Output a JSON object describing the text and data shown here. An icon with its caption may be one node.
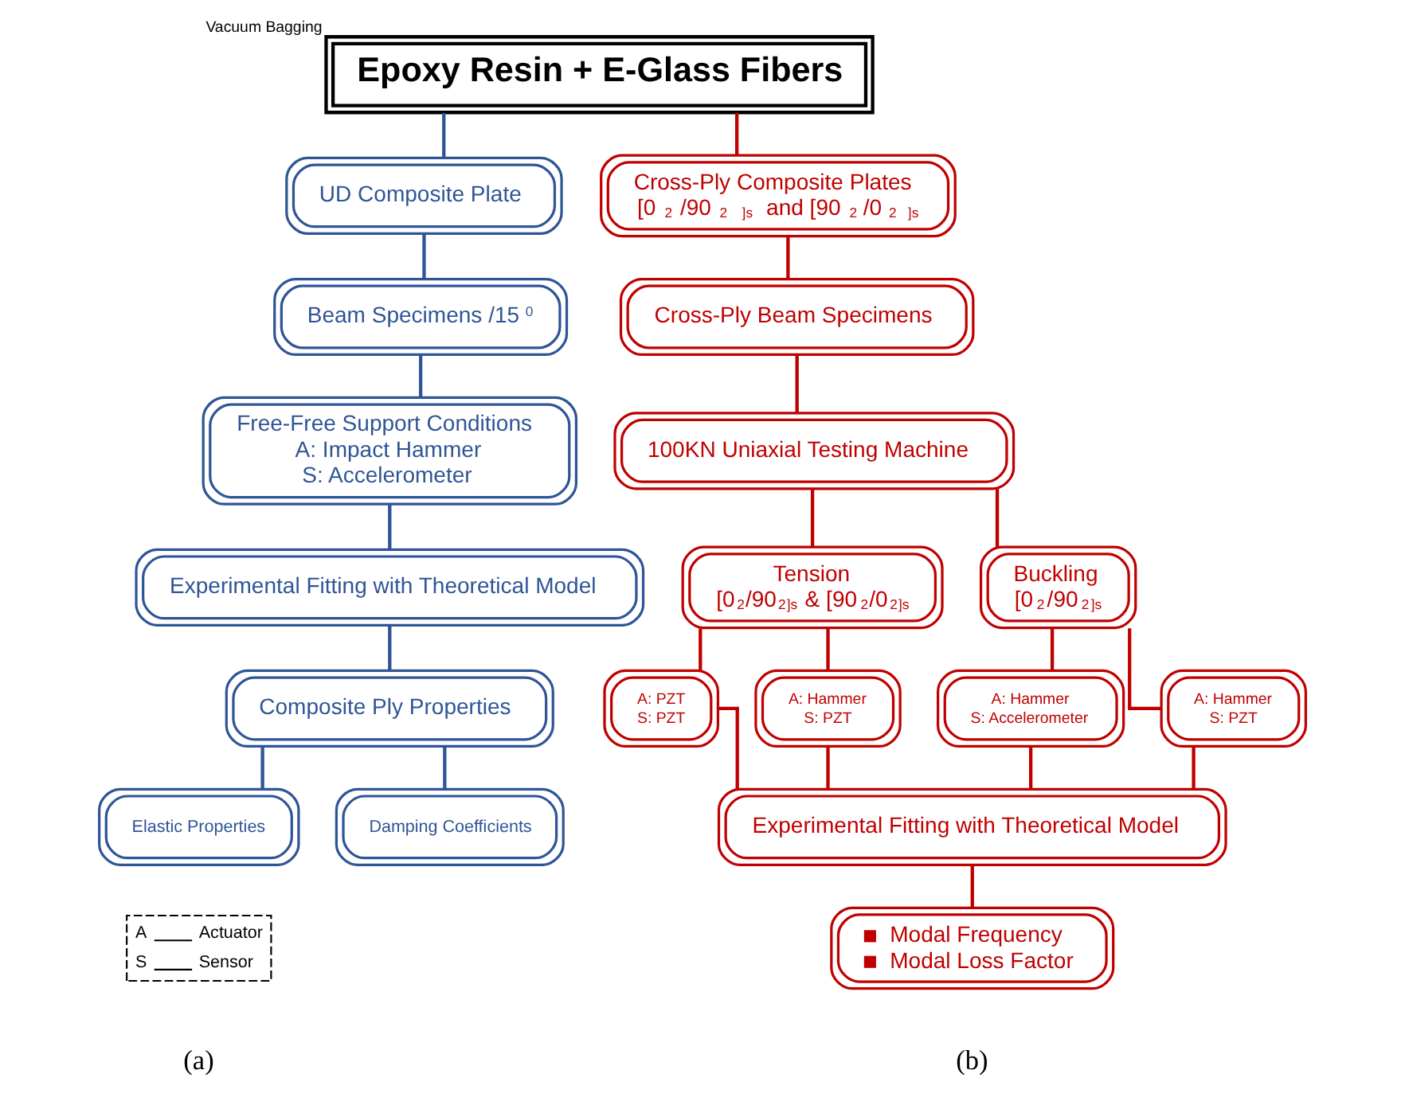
{
  "diagram": {
    "nodes": [
      {
        "text": [
          "Epoxy Resin + E-Glass Fibers"
        ],
        "beside": [
          "Vacuum Bagging"
        ]
      },
      {
        "text": [
          "UD Composite Plate"
        ]
      },
      {
        "text": [
          "Beam Specimens /15$^{0}$"
        ]
      },
      {
        "text": [
          "Free-Free Support Conditions",
          "A: Impact Hammer",
          "S: Accelerometer"
        ]
      },
      {
        "text": [
          "Experimental Fitting with Theoretical Model"
        ]
      },
      {
        "text": [
          "Composite Ply Properties"
        ]
      },
      {
        "text": [
          "Elastic Properties"
        ]
      },
      {
        "text": [
          "Damping Coefficients"
        ]
      },
      {
        "text": [
          "Cross-Ply Composite Plates",
          "[0$_{2}$/90$_{2}$]$_{s}$ and [90$_{2}$/0$_{2}$]$_{s}$"
        ]
      },
      {
        "text": [
          "Cross-Ply Beam Specimens"
        ]
      },
      {
        "text": [
          "100KN Uniaxial Testing Machine"
        ]
      },
      {
        "text": [
          "Tension",
          "[0$_{2}$/90$_{2}$]$_{s}$ & [90$_{2}$/0$_{2}$]$_{s}$"
        ]
      },
      {
        "text": [
          "Buckling",
          "[0$_{2}$/90$_{2}$]$_{s}$"
        ]
      },
      {
        "text": [
          "A: PZT",
          "S: PZT"
        ]
      },
      {
        "text": [
          "A: Hammer",
          "S: PZT"
        ]
      },
      {
        "text": [
          "A: Hammer",
          "S: Accelerometer"
        ]
      },
      {
        "text": [
          "A: Hammer",
          "S: PZT"
        ]
      },
      {
        "text": [
          "Experimental Fitting with Theoretical Model"
        ]
      },
      {
        "text": [
          "Modal Frequency",
          "Modal Loss Factor"
        ]
      }
    ],
    "edges": [
      {
        "from": 0,
        "to": 1,
        "arrow": "none",
        "color": "#2f5597"
      },
      {
        "from": 1,
        "to": 2,
        "arrow": "none",
        "color": "#2f5597"
      },
      {
        "from": 2,
        "to": 3,
        "arrow": "none",
        "color": "#2f5597"
      },
      {
        "from": 3,
        "to": 4,
        "arrow": "none",
        "color": "#2f5597"
      },
      {
        "from": 4,
        "to": 5,
        "arrow": "none",
        "color": "#2f5597"
      },
      {
        "from": 5,
        "to": 6,
        "arrow": "none",
        "color": "#2f5597"
      },
      {
        "from": 5,
        "to": 7,
        "arrow": "none",
        "color": "#2f5597"
      },
      {
        "from": 0,
        "to": 8,
        "arrow": "none"
      },
      {
        "from": 8,
        "to": 9,
        "arrow": "none"
      },
      {
        "from": 9,
        "to": 10,
        "arrow": "none"
      },
      {
        "from": 10,
        "to": 11,
        "arrow": "none"
      },
      {
        "from": 10,
        "to": 12,
        "arrow": "none"
      },
      {
        "from": 11,
        "to": 13,
        "arrow": "none"
      },
      {
        "from": 11,
        "to": 14,
        "arrow": "none"
      },
      {
        "from": 12,
        "to": 15,
        "arrow": "none"
      },
      {
        "from": 12,
        "to": 16,
        "arrow": "none"
      },
      {
        "from": 13,
        "to": 17,
        "arrow": "none"
      },
      {
        "from": 14,
        "to": 17,
        "arrow": "none"
      },
      {
        "from": 15,
        "to": 17,
        "arrow": "none"
      },
      {
        "from": 16,
        "to": 17,
        "arrow": "none"
      },
      {
        "from": 17,
        "to": 18,
        "arrow": "none"
      }
    ],
    "labels": [
      "A",
      "Actuator",
      "S",
      "Sensor",
      "(a)",
      "(b)"
    ]
  }
}
